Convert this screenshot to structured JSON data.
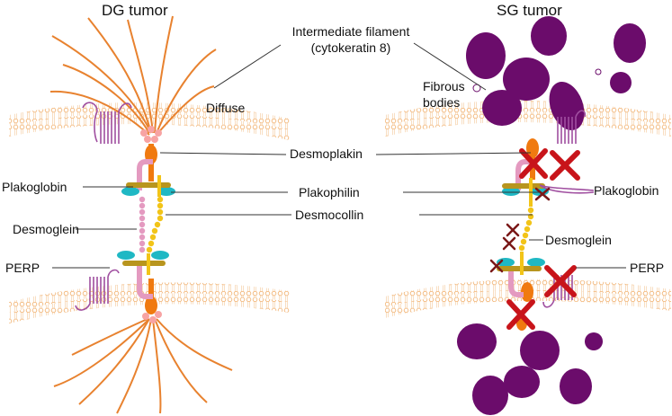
{
  "titles": {
    "left": "DG tumor",
    "right": "SG tumor"
  },
  "labels": {
    "intermediate_filament_line1": "Intermediate filament",
    "intermediate_filament_line2": "(cytokeratin 8)",
    "diffuse": "Diffuse",
    "fibrous_bodies_line1": "Fibrous",
    "fibrous_bodies_line2": "bodies",
    "desmoplakin": "Desmoplakin",
    "plakophilin": "Plakophilin",
    "desmocollin": "Desmocollin",
    "plakoglobin_left": "Plakoglobin",
    "plakoglobin_right": "Plakoglobin",
    "desmoglein_left": "Desmoglein",
    "desmoglein_right": "Desmoglein",
    "perp_left": "PERP",
    "perp_right": "PERP"
  },
  "colors": {
    "membrane": "#f5c89a",
    "filament": "#e8822f",
    "desmoplakin": "#f07a10",
    "desmoplakin_tip": "#f7a3a3",
    "plakoglobin": "#e49ac0",
    "perp": "#a04fa0",
    "desmocollin": "#f2c418",
    "plakophilin": "#1fb8c4",
    "olive": "#b8951e",
    "fibrous_body": "#6b0c6b",
    "loss_cross": "#c8141a"
  }
}
